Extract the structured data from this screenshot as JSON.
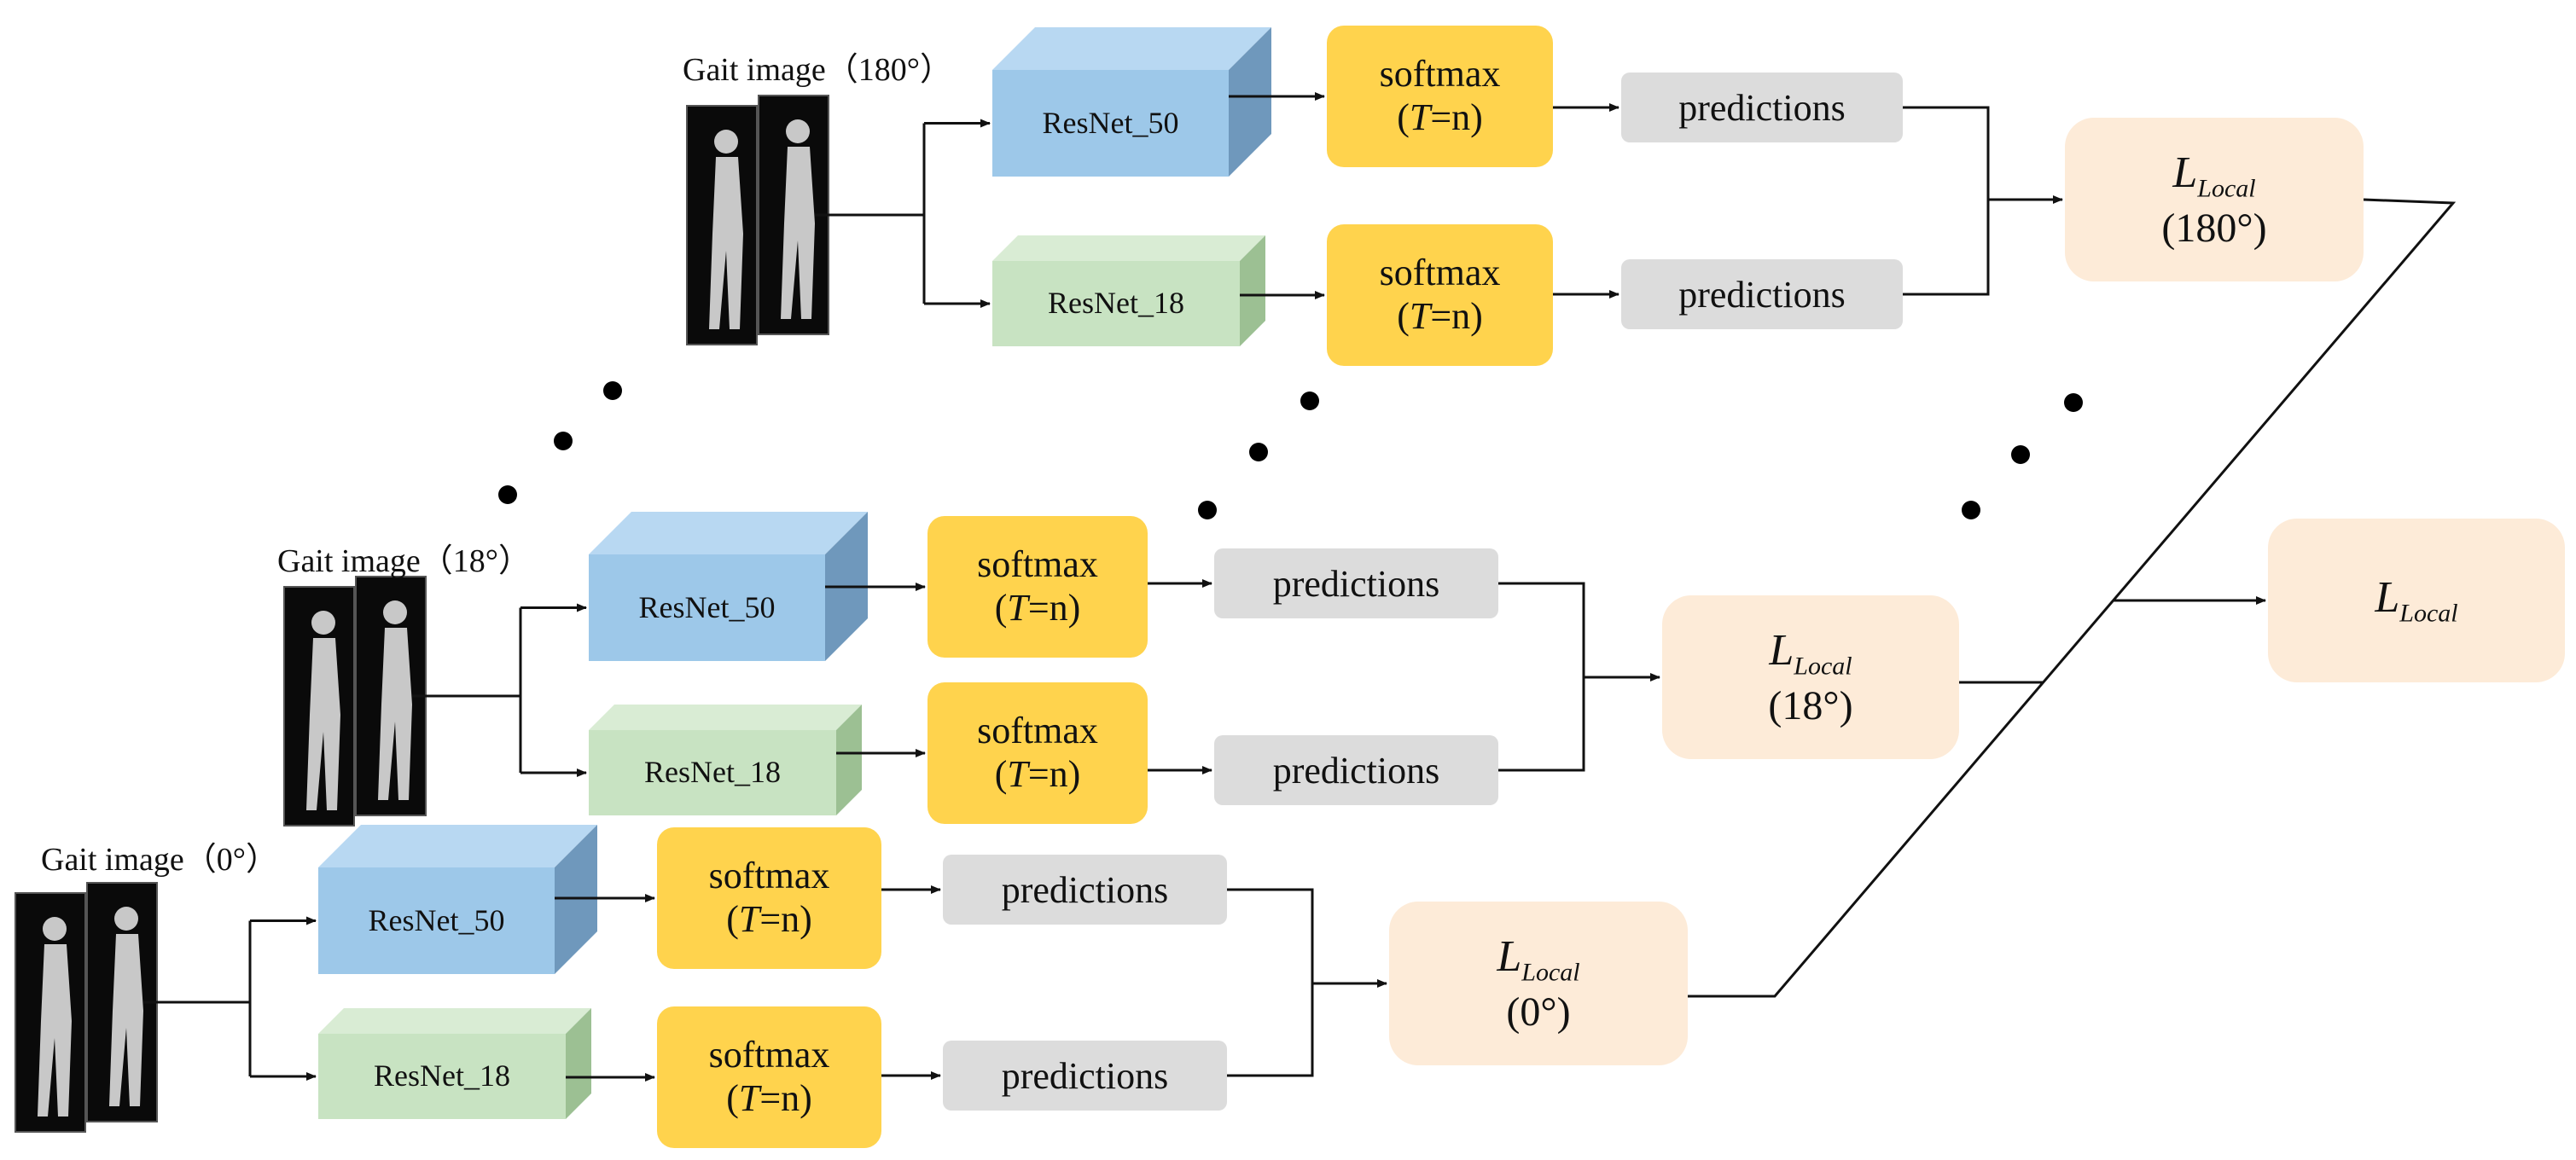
{
  "rows": [
    {
      "id": "row-180",
      "gait_label": "Gait image（180°）",
      "big_net": "ResNet_50",
      "small_net": "ResNet_18",
      "softmax_label": "softmax",
      "softmax_temp_var": "T",
      "softmax_temp_rest": "=n)",
      "predictions_label": "predictions",
      "loss_name": "L",
      "loss_sub": "Local",
      "loss_angle": "(180°)"
    },
    {
      "id": "row-18",
      "gait_label": "Gait image（18°）",
      "big_net": "ResNet_50",
      "small_net": "ResNet_18",
      "softmax_label": "softmax",
      "softmax_temp_var": "T",
      "softmax_temp_rest": "=n)",
      "predictions_label": "predictions",
      "loss_name": "L",
      "loss_sub": "Local",
      "loss_angle": "(18°)"
    },
    {
      "id": "row-0",
      "gait_label": "Gait image（0°）",
      "big_net": "ResNet_50",
      "small_net": "ResNet_18",
      "softmax_label": "softmax",
      "softmax_temp_var": "T",
      "softmax_temp_rest": "=n)",
      "predictions_label": "predictions",
      "loss_name": "L",
      "loss_sub": "Local",
      "loss_angle": "(0°)"
    }
  ],
  "final_loss": {
    "name": "L",
    "sub": "Local"
  },
  "colors": {
    "resnet50_front": "#9dc8e9",
    "resnet50_top": "#b8d8f2",
    "resnet50_side": "#6f98bc",
    "resnet18_front": "#c8e3c2",
    "resnet18_top": "#d9ecd4",
    "resnet18_side": "#9cc093",
    "softmax": "#ffd34d",
    "predictions": "#dcdcdc",
    "loss": "#fdebd8",
    "line": "#111111"
  }
}
